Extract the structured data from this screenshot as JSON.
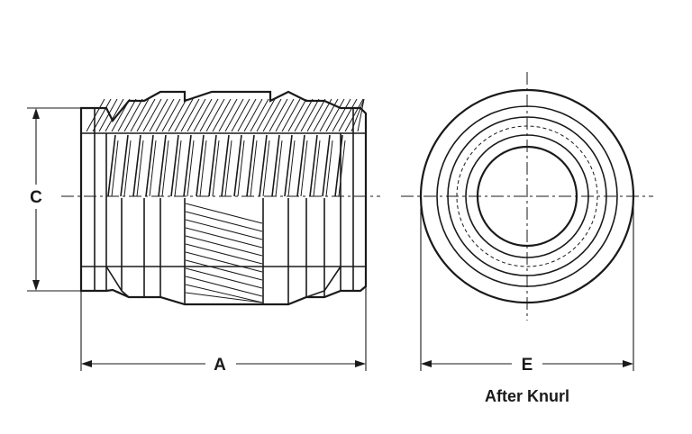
{
  "dimensions": {
    "height_label": "C",
    "length_label": "A",
    "diameter_label": "E"
  },
  "end_view": {
    "caption": "After Knurl"
  }
}
